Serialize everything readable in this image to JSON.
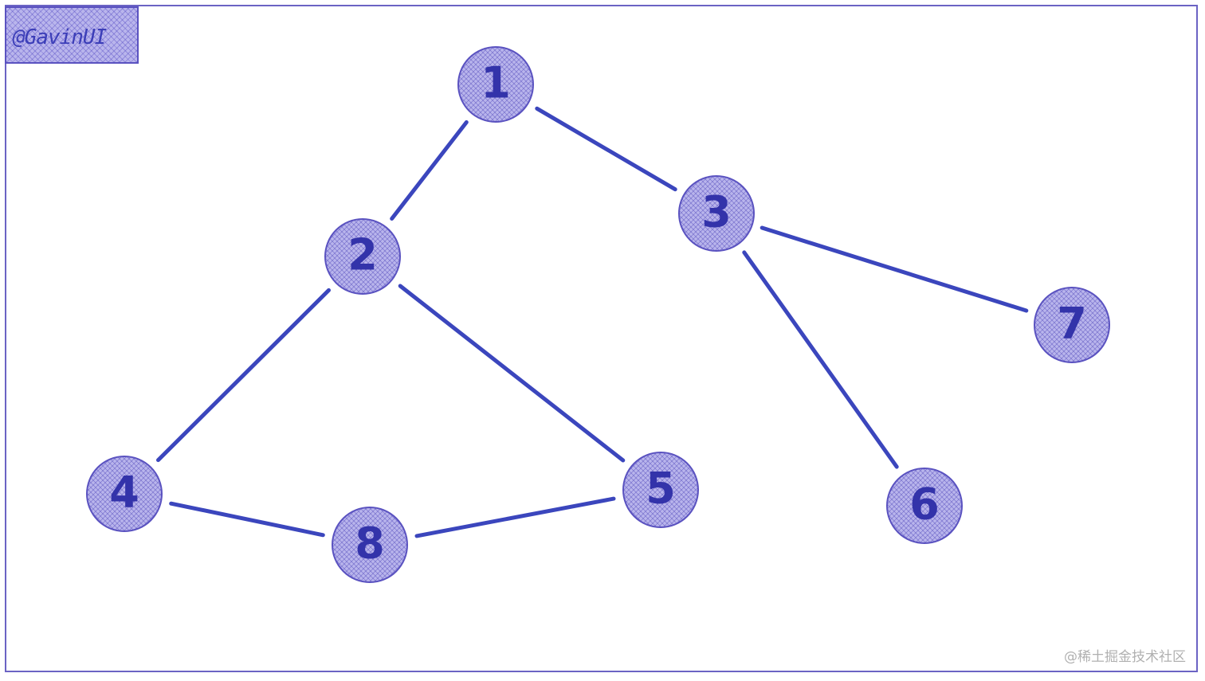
{
  "badge": {
    "text": "@GavinUI"
  },
  "watermark": "@稀土掘金技术社区",
  "colors": {
    "node_fill": "#b9b5ec",
    "node_stroke": "#5a52c0",
    "edge": "#3b46bd",
    "label": "#3333aa",
    "frame": "#6b63c4"
  },
  "graph": {
    "nodes": [
      "1",
      "2",
      "3",
      "4",
      "5",
      "6",
      "7",
      "8"
    ],
    "edges": [
      [
        "1",
        "2"
      ],
      [
        "1",
        "3"
      ],
      [
        "2",
        "4"
      ],
      [
        "2",
        "5"
      ],
      [
        "3",
        "6"
      ],
      [
        "3",
        "7"
      ],
      [
        "4",
        "8"
      ],
      [
        "8",
        "5"
      ]
    ]
  }
}
